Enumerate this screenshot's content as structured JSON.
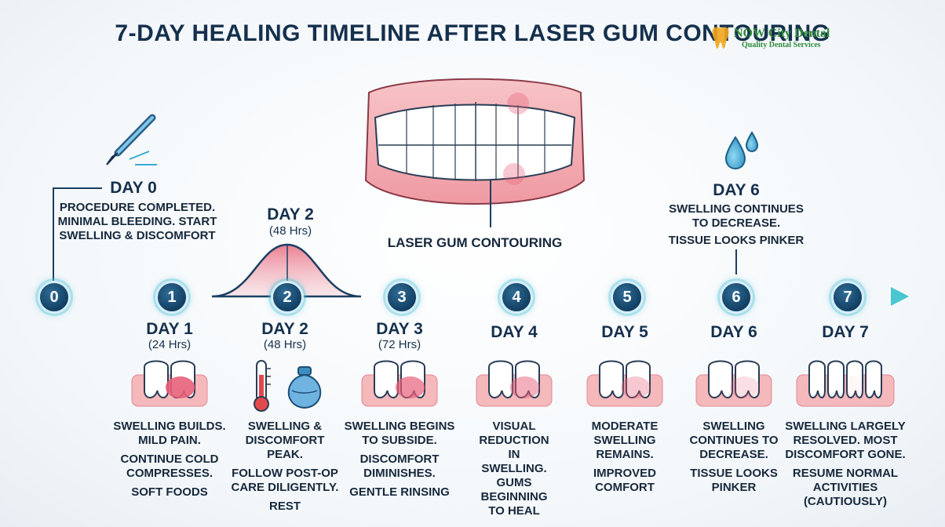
{
  "title": "7-DAY HEALING TIMELINE AFTER LASER GUM CONTOURING",
  "logo": {
    "name": "NOW City Dental",
    "tagline": "Quality Dental Services"
  },
  "center_image_label": "LASER GUM CONTOURING",
  "icons": [
    "scalpel-icon",
    "water-drops-icon",
    "thermometer-icon",
    "ice-pack-icon",
    "teeth-icon"
  ],
  "colors": {
    "axis": "#1b3f63",
    "arrow": "#49c6cf",
    "node": "#123f63",
    "gum": "#f5b8bb",
    "swelling": "#e8798a"
  },
  "nodes": [
    "0",
    "1",
    "2",
    "3",
    "4",
    "5",
    "6",
    "7"
  ],
  "above": {
    "day0": {
      "title": "DAY 0",
      "text": "PROCEDURE COMPLETED. MINIMAL BLEEDING. START SWELLING & DISCOMFORT"
    },
    "day2": {
      "title": "DAY 2",
      "hours": "(48 Hrs)"
    },
    "day6": {
      "title": "DAY 6",
      "line1": "SWELLING CONTINUES TO DECREASE.",
      "line2": "TISSUE LOOKS PINKER"
    }
  },
  "below": [
    {
      "title": "DAY 1",
      "hours": "(24 Hrs)",
      "lines": [
        "SWELLING BUILDS. MILD PAIN.",
        "CONTINUE COLD COMPRESSES.",
        "SOFT FOODS"
      ]
    },
    {
      "title": "DAY 2",
      "hours": "(48 Hrs)",
      "lines": [
        "SWELLING & DISCOMFORT PEAK.",
        "FOLLOW POST-OP CARE DILIGENTLY.",
        "REST"
      ]
    },
    {
      "title": "DAY 3",
      "hours": "(72 Hrs)",
      "lines": [
        "SWELLING BEGINS TO SUBSIDE.",
        "DISCOMFORT DIMINISHES.",
        "GENTLE RINSING"
      ]
    },
    {
      "title": "DAY 4",
      "hours": "",
      "lines": [
        "VISUAL REDUCTION IN SWELLING. GUMS BEGINNING TO HEAL"
      ]
    },
    {
      "title": "DAY 5",
      "hours": "",
      "lines": [
        "MODERATE SWELLING REMAINS.",
        "IMPROVED COMFORT"
      ]
    },
    {
      "title": "DAY 6",
      "hours": "",
      "lines": [
        "SWELLING CONTINUES TO DECREASE.",
        "TISSUE LOOKS PINKER"
      ]
    },
    {
      "title": "DAY 7",
      "hours": "",
      "lines": [
        "SWELLING LARGELY RESOLVED. MOST DISCOMFORT GONE.",
        "RESUME NORMAL ACTIVITIES (CAUTIOUSLY)"
      ]
    }
  ]
}
